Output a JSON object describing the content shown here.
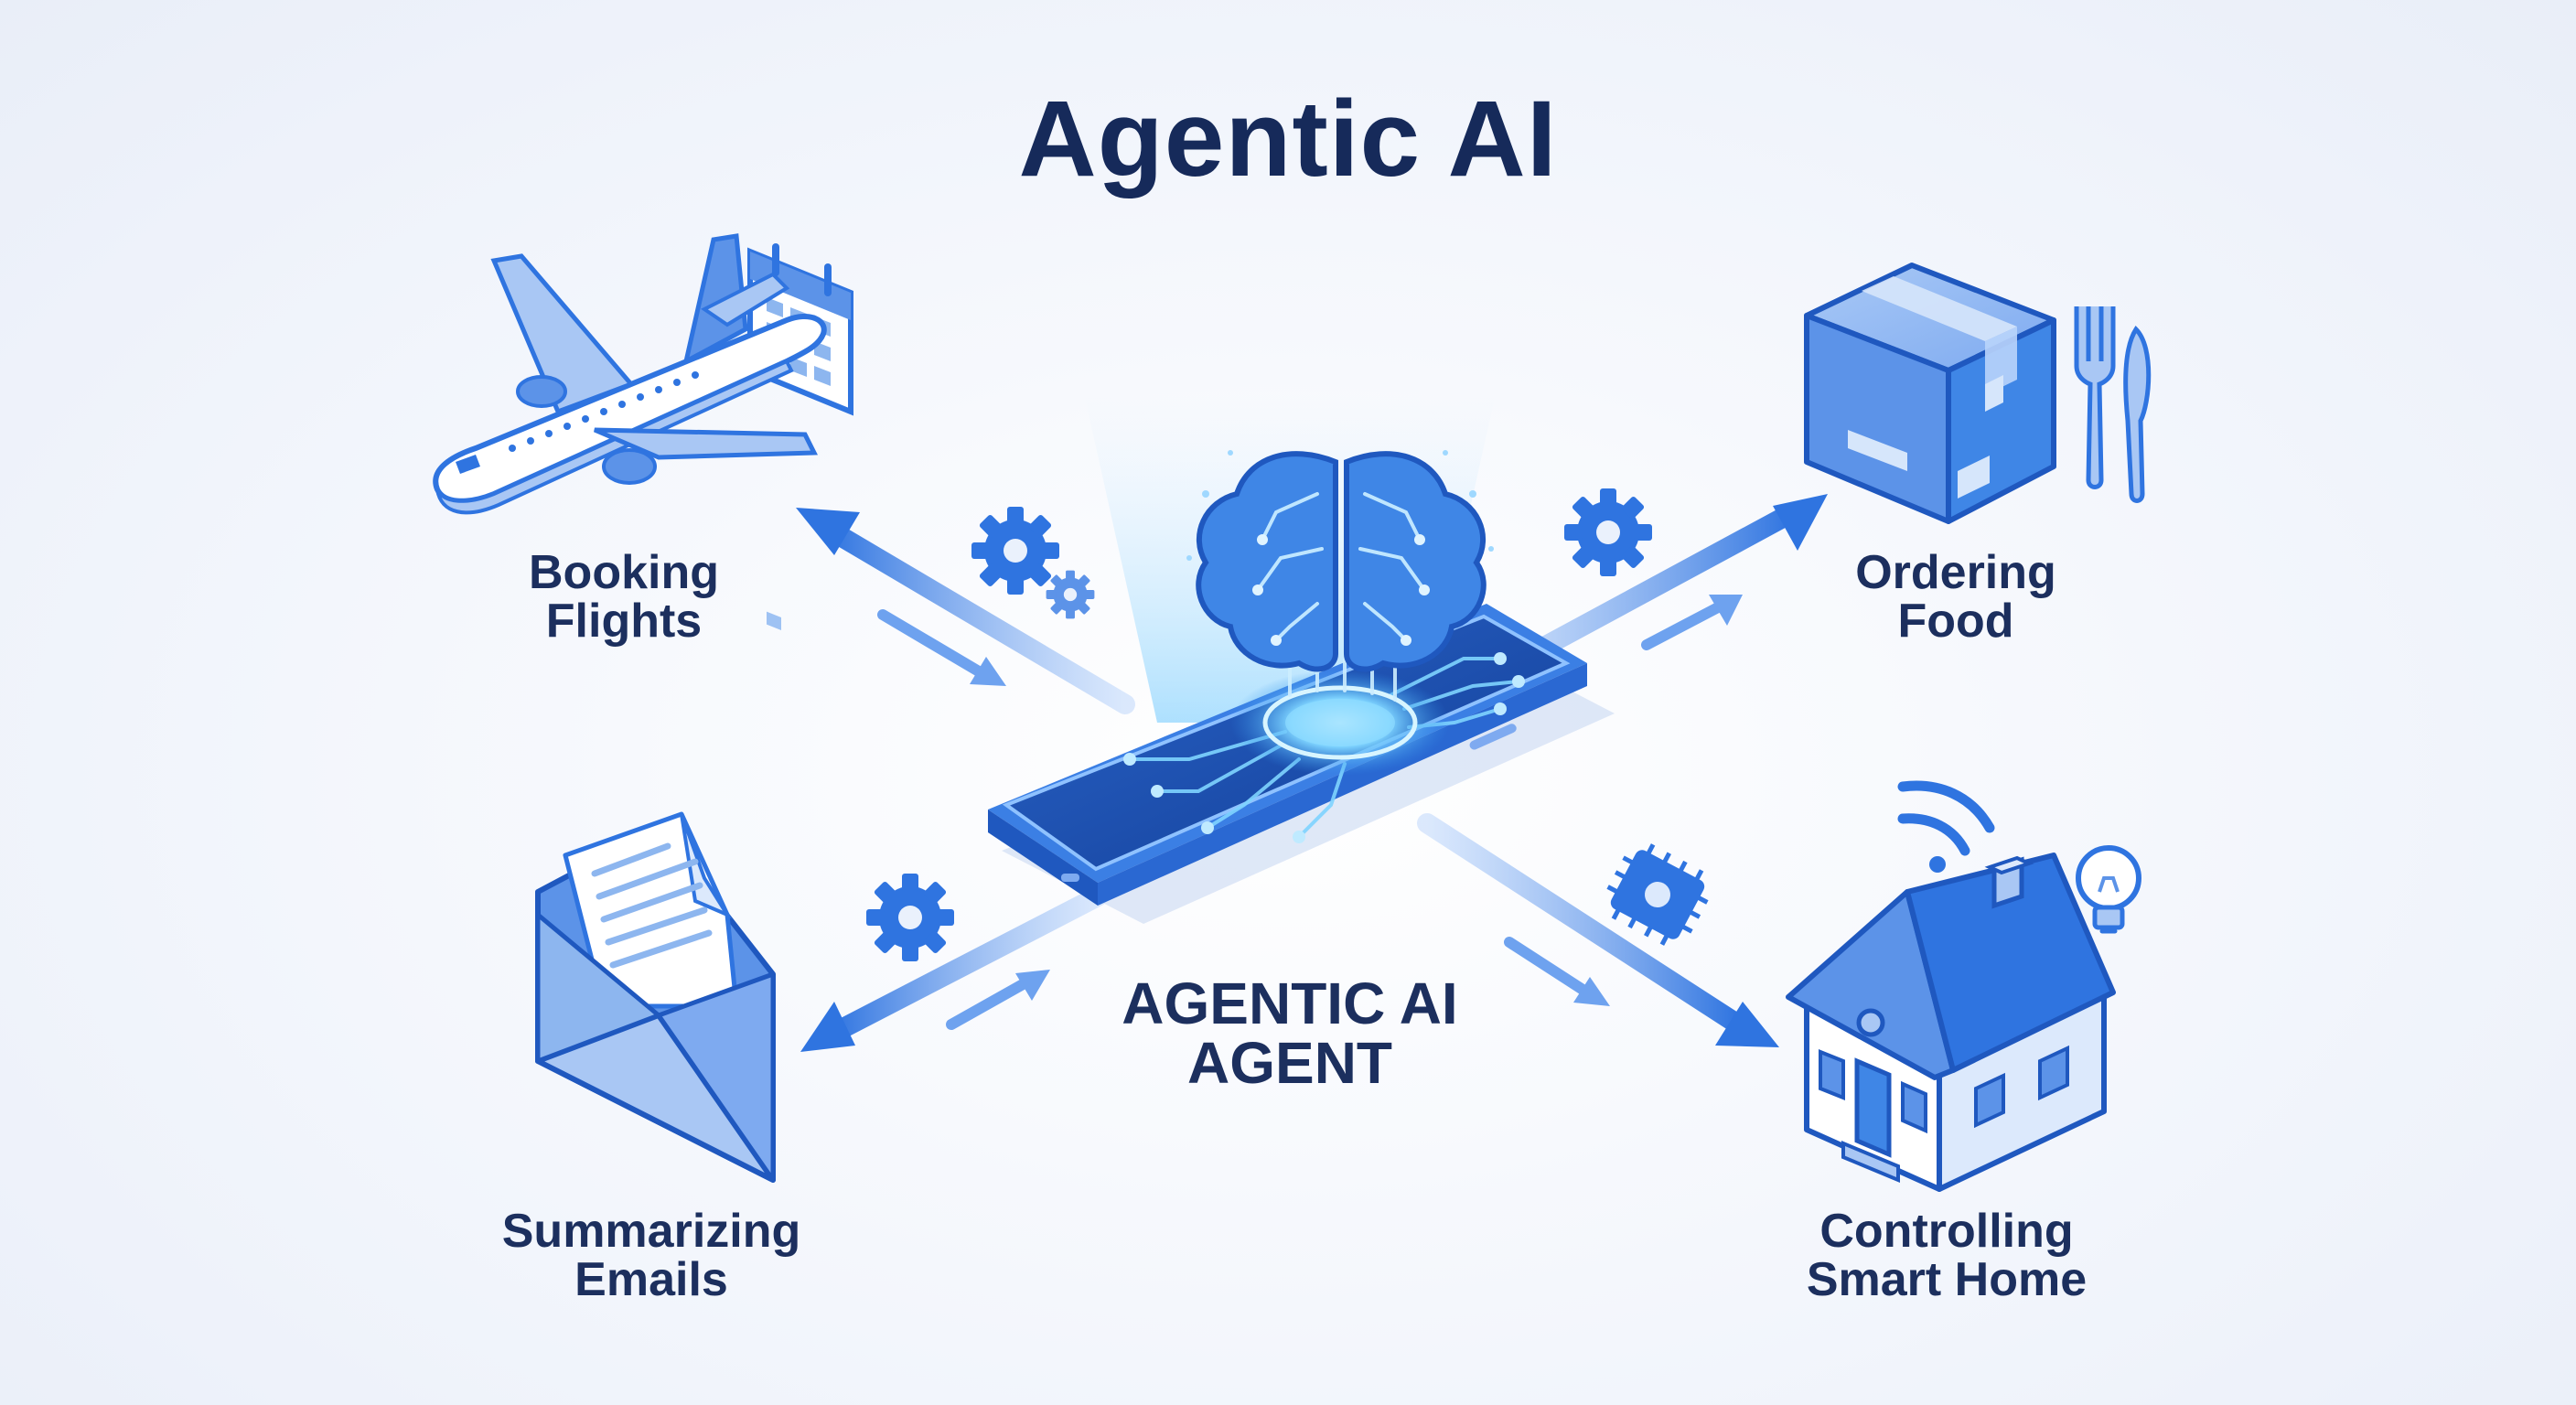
{
  "title": "Agentic AI",
  "agent": {
    "line1": "AGENTIC AI",
    "line2": "AGENT"
  },
  "tasks": {
    "booking": {
      "line1": "Booking",
      "line2": "Flights",
      "icon": "airplane-calendar-icon"
    },
    "food": {
      "line1": "Ordering",
      "line2": "Food",
      "icon": "box-cutlery-icon"
    },
    "emails": {
      "line1": "Summarizing",
      "line2": "Emails",
      "icon": "envelope-letter-icon"
    },
    "home": {
      "line1": "Controlling",
      "line2": "Smart Home",
      "icon": "smart-house-icon"
    }
  },
  "colors": {
    "navy": "#1c2f5e",
    "primary": "#2f74e0",
    "light": "#a9c7f4",
    "pale": "#dce9fc",
    "glow": "#7fd4ff"
  }
}
